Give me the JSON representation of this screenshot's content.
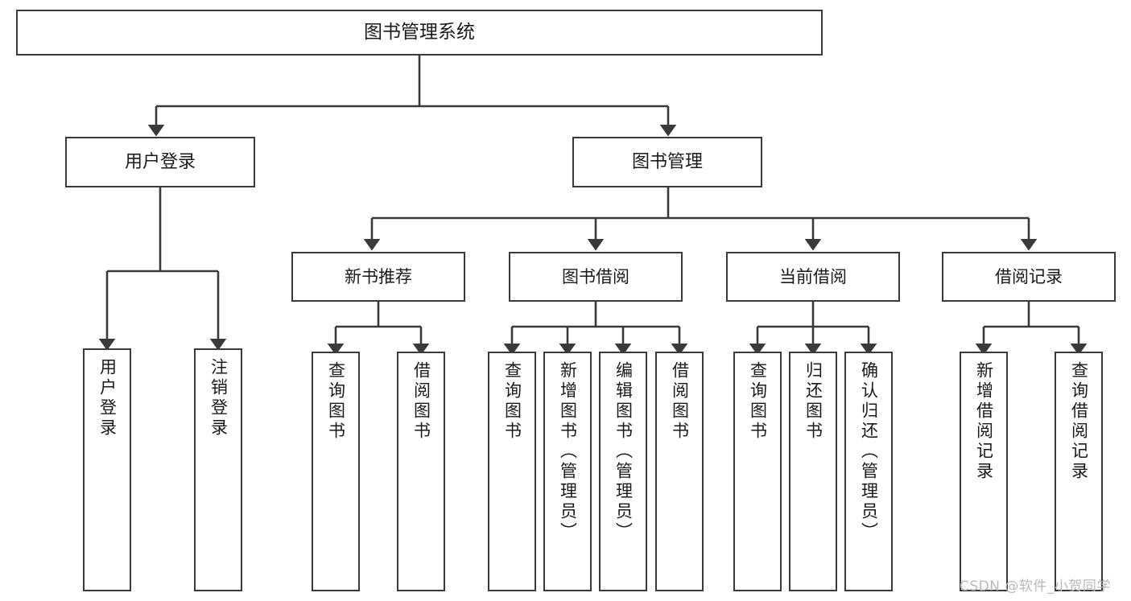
{
  "diagram": {
    "title": "图书管理系统",
    "type": "hierarchy-tree",
    "orientation": "top-down",
    "colors": {
      "box_border": "#3a3a3a",
      "box_fill": "#ffffff",
      "connector": "#3a3a3a",
      "text": "#1a1a1a",
      "watermark": "#b9b9b9",
      "background": "#ffffff"
    },
    "root": {
      "label": "图书管理系统"
    },
    "tier2": [
      {
        "label": "用户登录"
      },
      {
        "label": "图书管理"
      }
    ],
    "tier3": [
      {
        "label": "新书推荐"
      },
      {
        "label": "图书借阅"
      },
      {
        "label": "当前借阅"
      },
      {
        "label": "借阅记录"
      }
    ],
    "leaves": {
      "user_login": [
        {
          "label": "用户登录"
        },
        {
          "label": "注销登录"
        }
      ],
      "new_book_recommend": [
        {
          "label": "查询图书"
        },
        {
          "label": "借阅图书"
        }
      ],
      "book_borrow": [
        {
          "label": "查询图书"
        },
        {
          "label": "新增图书（管理员）"
        },
        {
          "label": "编辑图书（管理员）"
        },
        {
          "label": "借阅图书"
        }
      ],
      "current_borrow": [
        {
          "label": "查询图书"
        },
        {
          "label": "归还图书"
        },
        {
          "label": "确认归还（管理员）"
        }
      ],
      "borrow_record": [
        {
          "label": "新增借阅记录"
        },
        {
          "label": "查询借阅记录"
        }
      ]
    },
    "watermark": "CSDN @软件_小贺同学"
  }
}
